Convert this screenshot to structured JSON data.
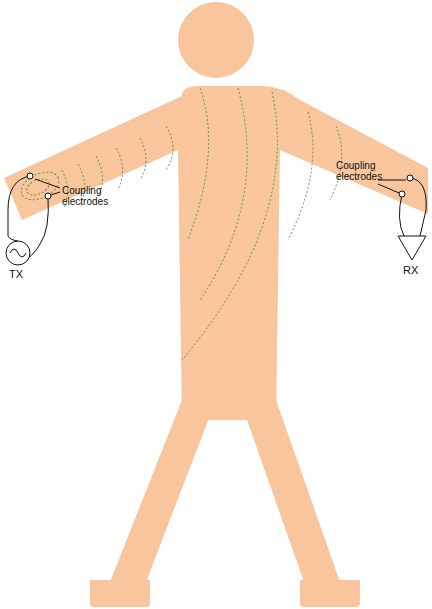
{
  "diagram": {
    "labels": [
      "Coupling electrodes",
      "Coupling electrodes",
      "TX",
      "RX"
    ]
  }
}
